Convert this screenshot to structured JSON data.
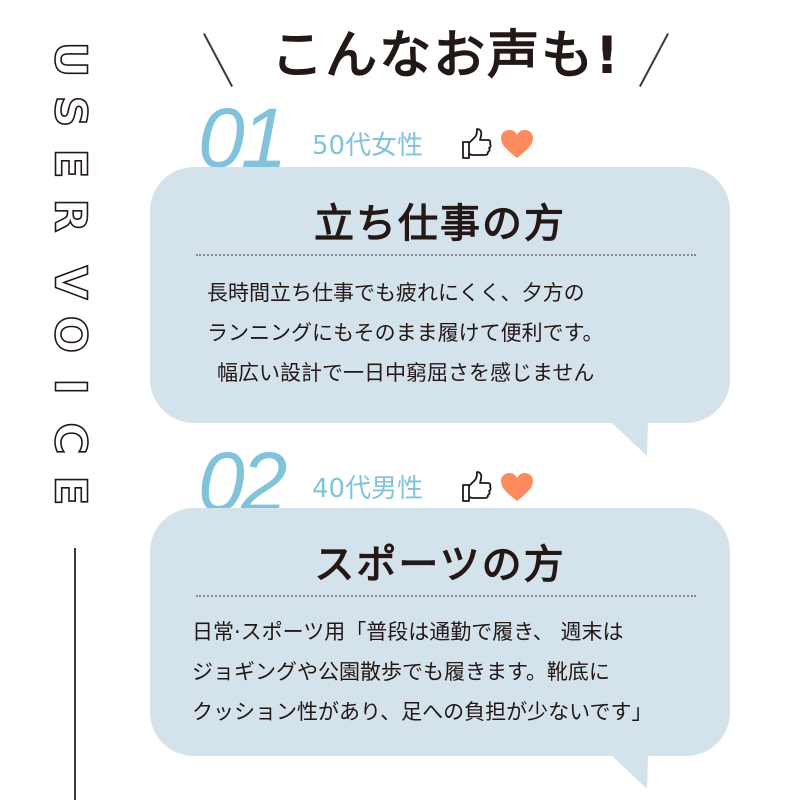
{
  "side": {
    "letters": [
      "U",
      "S",
      "E",
      "R",
      " ",
      "V",
      "O",
      "I",
      "C",
      "E"
    ],
    "label": "USER VOICE"
  },
  "heading": {
    "text": "こんなお声も!"
  },
  "colors": {
    "accent_blue": "#82c3dc",
    "bubble": "#d4e2ec",
    "heart": "#fd8b5e",
    "text": "#231815"
  },
  "voices": [
    {
      "number": "01",
      "who": "50代女性",
      "icons": [
        "thumbs-up-icon",
        "heart-icon"
      ],
      "title": "立ち仕事の方",
      "lines": [
        "長時間立ち仕事でも疲れにくく、夕方の",
        "ランニングにもそのまま履けて便利です。",
        "幅広い設計で一日中窮屈さを感じません"
      ]
    },
    {
      "number": "02",
      "who": "40代男性",
      "icons": [
        "thumbs-up-icon",
        "heart-icon"
      ],
      "title": "スポーツの方",
      "lines": [
        "日常·スポーツ用「普段は通勤で履き、 週末は",
        "ジョギングや公園散歩でも履きます。靴底に",
        "クッション性があり、足への負担が少ないです」"
      ]
    }
  ]
}
